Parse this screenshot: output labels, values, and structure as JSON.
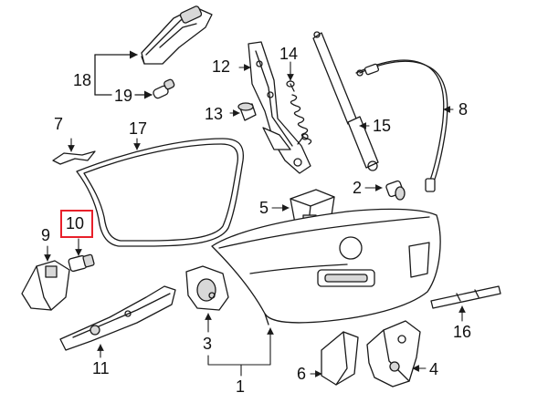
{
  "diagram": {
    "colors": {
      "line": "#1a1a1a",
      "part_fill": "#ffffff",
      "part_shade": "#d8d8d8",
      "highlight": "#e8202a"
    },
    "callouts": [
      {
        "id": "1",
        "label": "1"
      },
      {
        "id": "2",
        "label": "2"
      },
      {
        "id": "3",
        "label": "3"
      },
      {
        "id": "4",
        "label": "4"
      },
      {
        "id": "5",
        "label": "5"
      },
      {
        "id": "6",
        "label": "6"
      },
      {
        "id": "7",
        "label": "7"
      },
      {
        "id": "8",
        "label": "8"
      },
      {
        "id": "9",
        "label": "9"
      },
      {
        "id": "10",
        "label": "10",
        "highlighted": true
      },
      {
        "id": "11",
        "label": "11"
      },
      {
        "id": "12",
        "label": "12"
      },
      {
        "id": "13",
        "label": "13"
      },
      {
        "id": "14",
        "label": "14"
      },
      {
        "id": "15",
        "label": "15"
      },
      {
        "id": "16",
        "label": "16"
      },
      {
        "id": "17",
        "label": "17"
      },
      {
        "id": "18",
        "label": "18"
      },
      {
        "id": "19",
        "label": "19"
      }
    ]
  }
}
